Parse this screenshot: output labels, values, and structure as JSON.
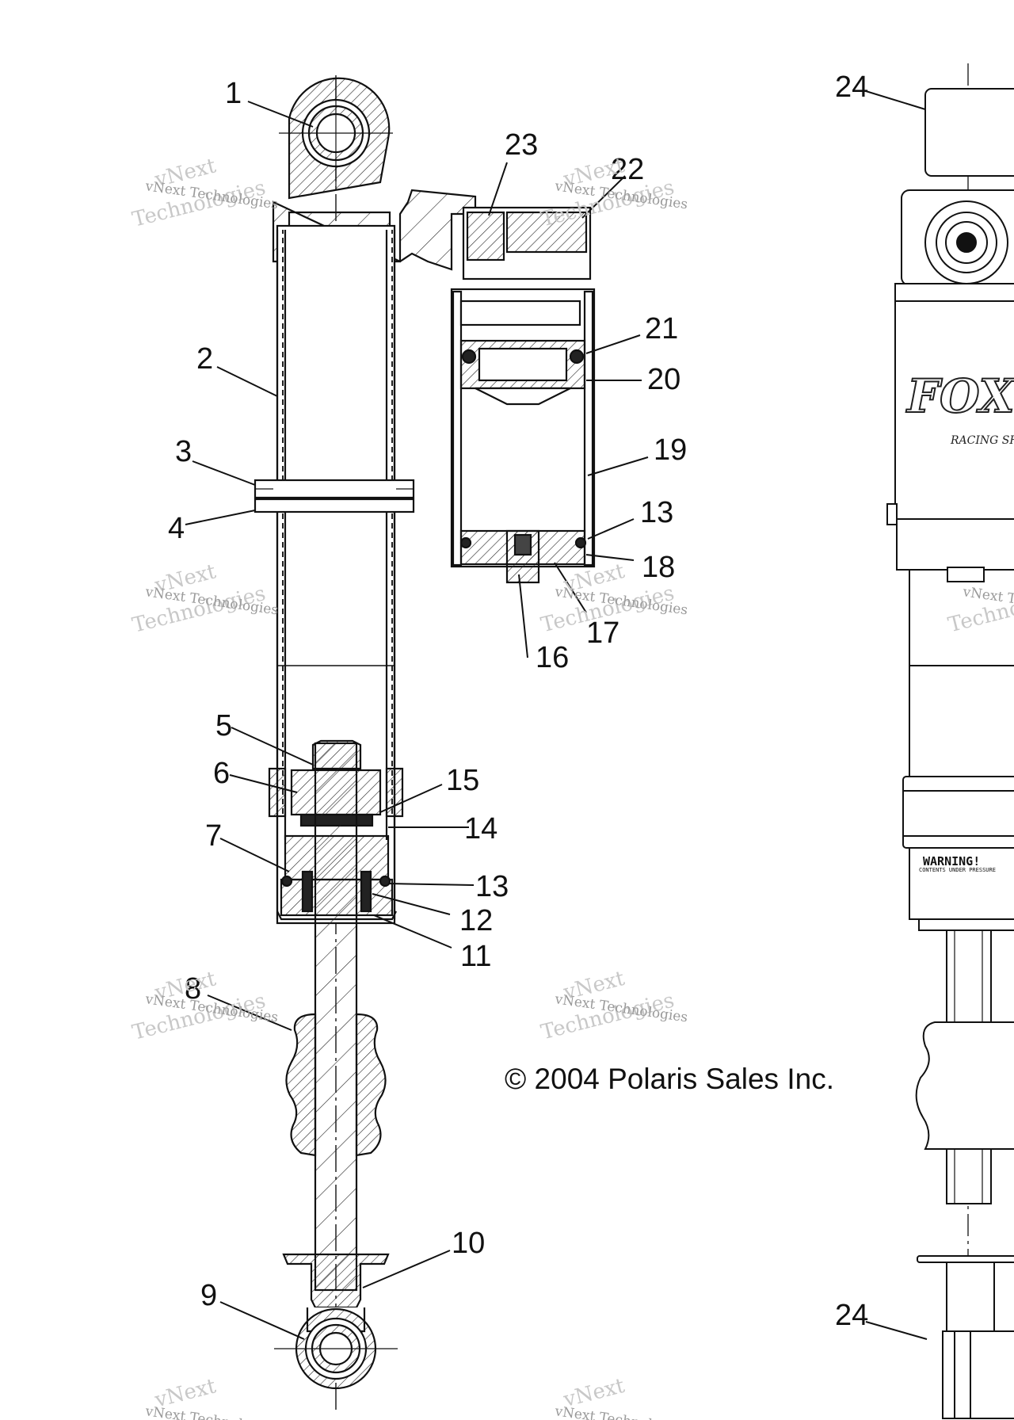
{
  "copyright": "© 2004 Polaris Sales Inc.",
  "watermark": {
    "line1": "vNext",
    "line2": "Technologies",
    "small": "vNext Technologies"
  },
  "callouts": [
    "1",
    "2",
    "3",
    "4",
    "5",
    "6",
    "7",
    "8",
    "9",
    "10",
    "11",
    "12",
    "13",
    "14",
    "15",
    "16",
    "17",
    "18",
    "19",
    "20",
    "21",
    "22",
    "23",
    "13",
    "24",
    "24"
  ],
  "exterior": {
    "brand": "FOX",
    "brand_sub": "RACING SHOX",
    "warning": "WARNING!",
    "warning_sub": "CONTENTS UNDER PRESSURE"
  }
}
